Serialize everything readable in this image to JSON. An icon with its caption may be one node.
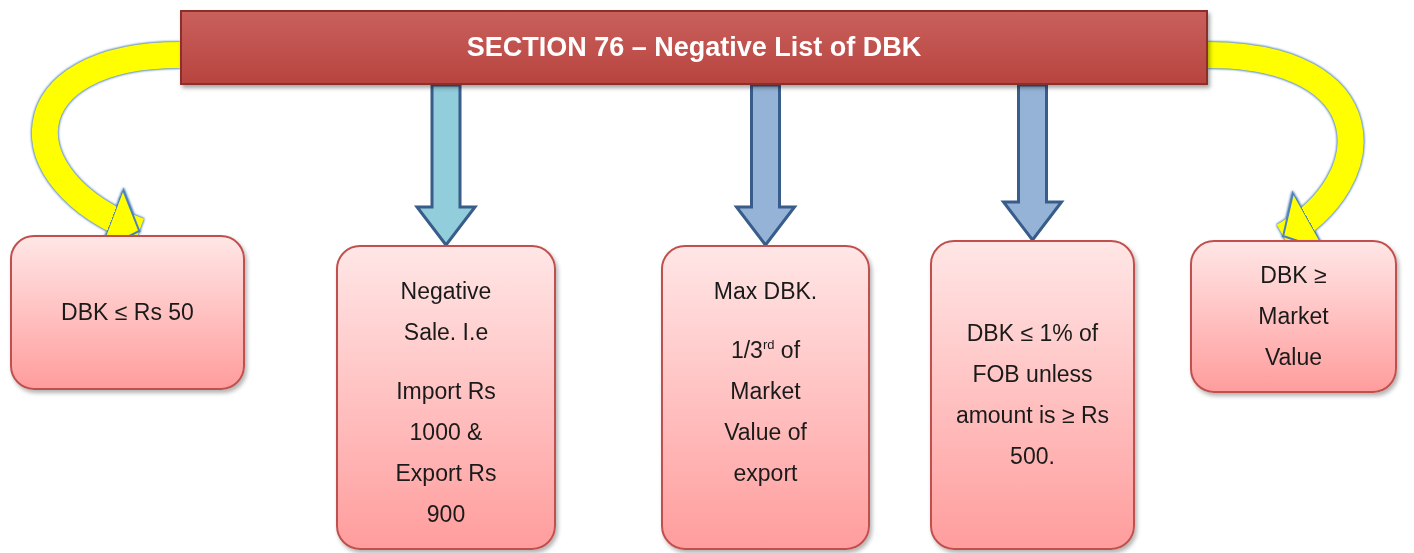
{
  "diagram": {
    "nodes": [
      {
        "text": [
          "SECTION 76 – Negative List of DBK"
        ]
      },
      {
        "text": [
          "DBK ≤ Rs 50"
        ]
      },
      {
        "text": [
          "Negative Sale. I.e",
          "Import Rs 1000 & Export Rs 900"
        ]
      },
      {
        "text": [
          "Max DBK.",
          "1/3$^{rd}$ of Market Value of export"
        ]
      },
      {
        "text": [
          "DBK ≤ 1% of FOB unless amount is ≥ Rs 500."
        ]
      },
      {
        "text": [
          "DBK ≥ Market Value"
        ]
      }
    ],
    "edges": [
      {
        "from": 0,
        "to": 1,
        "arrow": "to",
        "color": "#ffff00"
      },
      {
        "from": 0,
        "to": 2,
        "arrow": "to",
        "color": "#92cddc"
      },
      {
        "from": 0,
        "to": 3,
        "arrow": "to"
      },
      {
        "from": 0,
        "to": 4,
        "arrow": "to"
      },
      {
        "from": 0,
        "to": 5,
        "arrow": "to",
        "color": "#ffff00"
      }
    ]
  }
}
